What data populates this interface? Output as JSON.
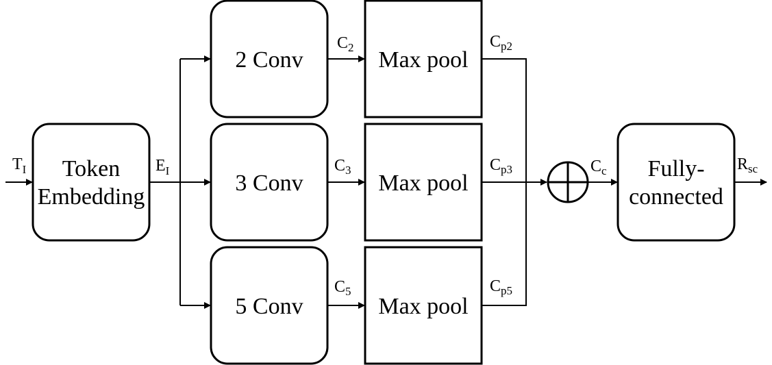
{
  "nodes": {
    "token_embedding": {
      "line1": "Token",
      "line2": "Embedding"
    },
    "conv2": {
      "label": "2 Conv"
    },
    "conv3": {
      "label": "3 Conv"
    },
    "conv5": {
      "label": "5 Conv"
    },
    "maxpool2": {
      "label": "Max pool"
    },
    "maxpool3": {
      "label": "Max pool"
    },
    "maxpool5": {
      "label": "Max pool"
    },
    "fully_connected": {
      "line1": "Fully-",
      "line2": "connected"
    }
  },
  "edges": {
    "input": {
      "main": "T",
      "sub": "I"
    },
    "embedding_out": {
      "main": "E",
      "sub": "I"
    },
    "c2": {
      "main": "C",
      "sub": "2"
    },
    "c3": {
      "main": "C",
      "sub": "3"
    },
    "c5": {
      "main": "C",
      "sub": "5"
    },
    "cp2": {
      "main": "C",
      "sub": "p2"
    },
    "cp3": {
      "main": "C",
      "sub": "p3"
    },
    "cp5": {
      "main": "C",
      "sub": "p5"
    },
    "cc": {
      "main": "C",
      "sub": "c"
    },
    "output": {
      "main": "R",
      "sub": "sc"
    }
  },
  "colors": {
    "stroke": "#000000",
    "background": "#ffffff"
  }
}
